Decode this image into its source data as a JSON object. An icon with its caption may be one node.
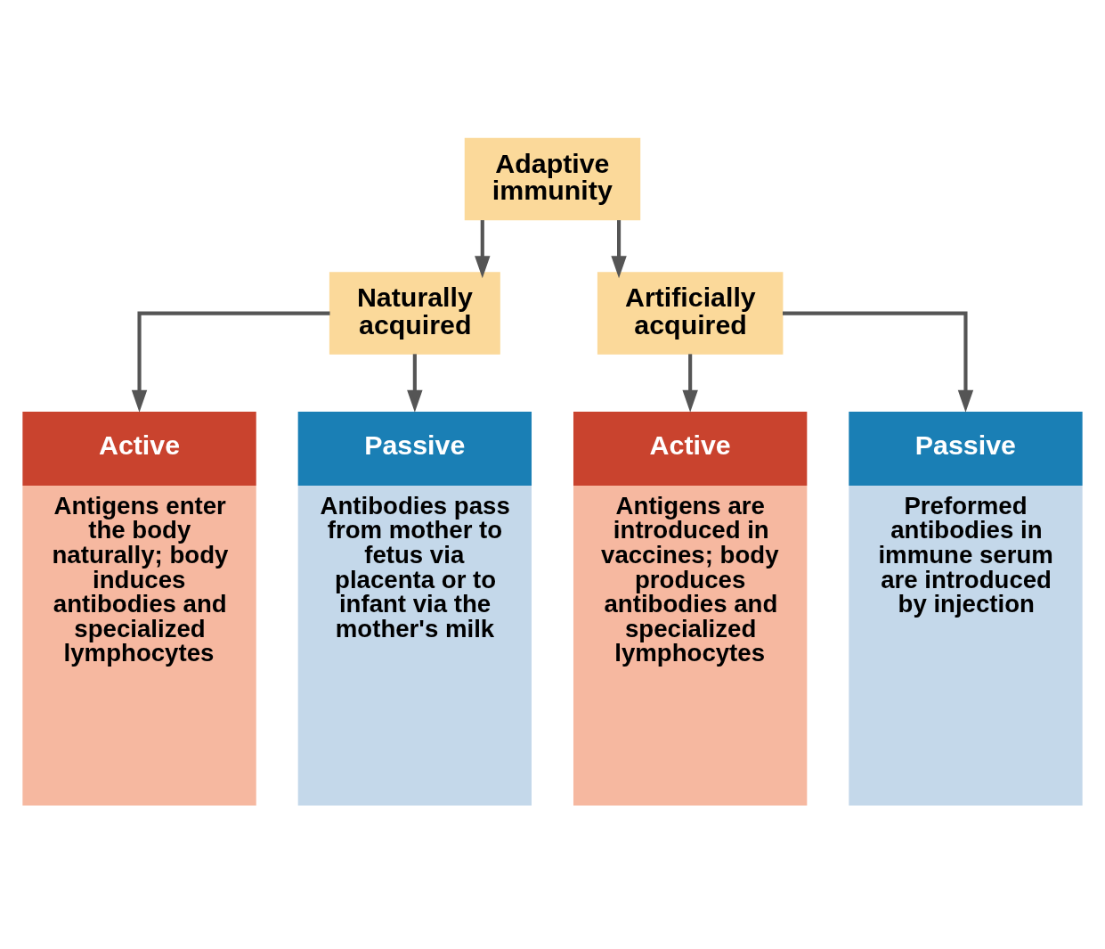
{
  "diagram": {
    "nodes": [
      {
        "text": [
          "Adaptive immunity"
        ]
      },
      {
        "text": [
          "Naturally acquired"
        ]
      },
      {
        "text": [
          "Artificially acquired"
        ]
      },
      {
        "text": [
          "Active",
          "Antigens enter the body naturally; body induces antibodies and specialized lymphocytes"
        ]
      },
      {
        "text": [
          "Passive",
          "Antibodies pass from mother to fetus via placenta or to infant via the mother's milk"
        ]
      },
      {
        "text": [
          "Active",
          "Antigens are introduced in vaccines; body produces antibodies and specialized lymphocytes"
        ]
      },
      {
        "text": [
          "Passive",
          "Preformed antibodies in immune serum are introduced by injection"
        ]
      }
    ],
    "edges": [
      {
        "from": 0,
        "to": 1,
        "arrow": "to"
      },
      {
        "from": 0,
        "to": 2,
        "arrow": "to"
      },
      {
        "from": 1,
        "to": 3,
        "arrow": "to"
      },
      {
        "from": 1,
        "to": 4,
        "arrow": "to"
      },
      {
        "from": 2,
        "to": 5,
        "arrow": "to"
      },
      {
        "from": 2,
        "to": 6,
        "arrow": "to"
      }
    ]
  }
}
